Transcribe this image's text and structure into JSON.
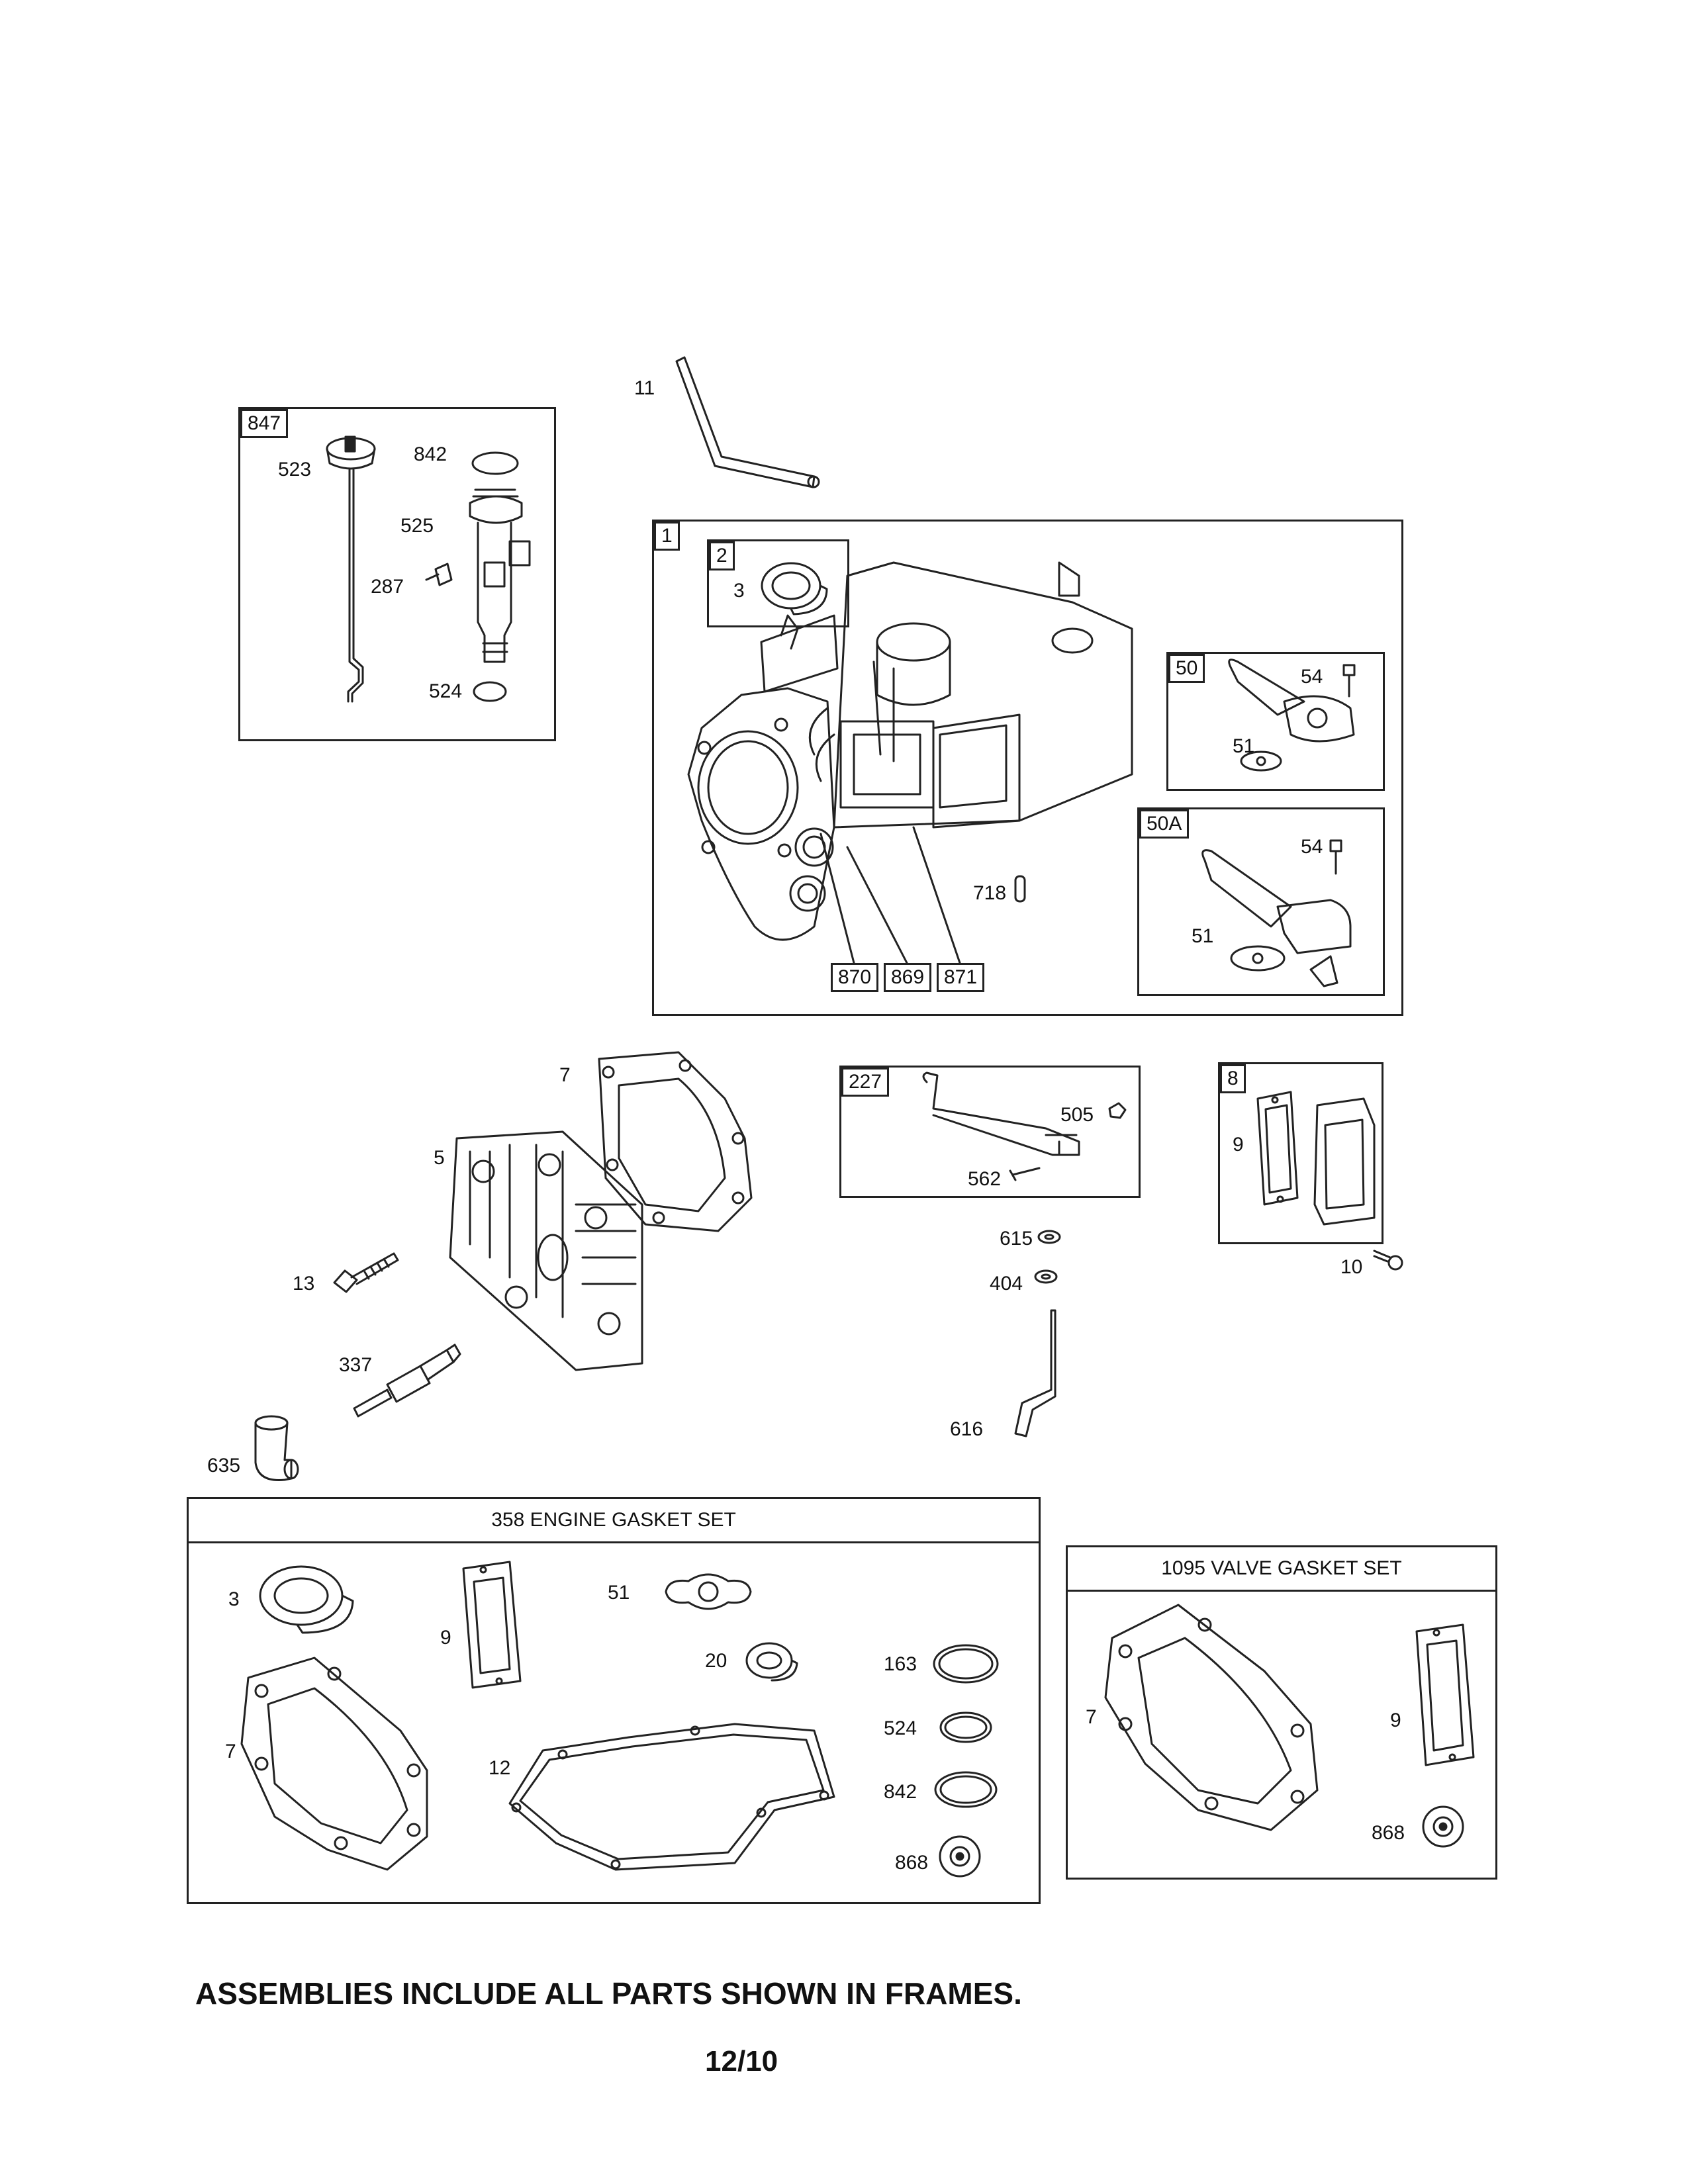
{
  "labels": {
    "f847": "847",
    "523": "523",
    "842": "842",
    "525": "525",
    "287": "287",
    "524": "524",
    "11": "11",
    "f1": "1",
    "f2": "2",
    "3": "3",
    "f50": "50",
    "f50a": "50A",
    "54": "54",
    "51": "51",
    "718": "718",
    "870": "870",
    "869": "869",
    "871": "871",
    "7": "7",
    "5": "5",
    "13": "13",
    "337": "337",
    "635": "635",
    "f227": "227",
    "505": "505",
    "562": "562",
    "615": "615",
    "404": "404",
    "616": "616",
    "f8": "8",
    "9": "9",
    "10": "10",
    "20": "20",
    "12": "12",
    "163": "163",
    "868": "868"
  },
  "sets": {
    "engine_gasket": "358 ENGINE GASKET SET",
    "valve_gasket": "1095 VALVE GASKET SET"
  },
  "footer": {
    "note": "ASSEMBLIES INCLUDE ALL PARTS SHOWN IN FRAMES.",
    "page": "12/10"
  }
}
